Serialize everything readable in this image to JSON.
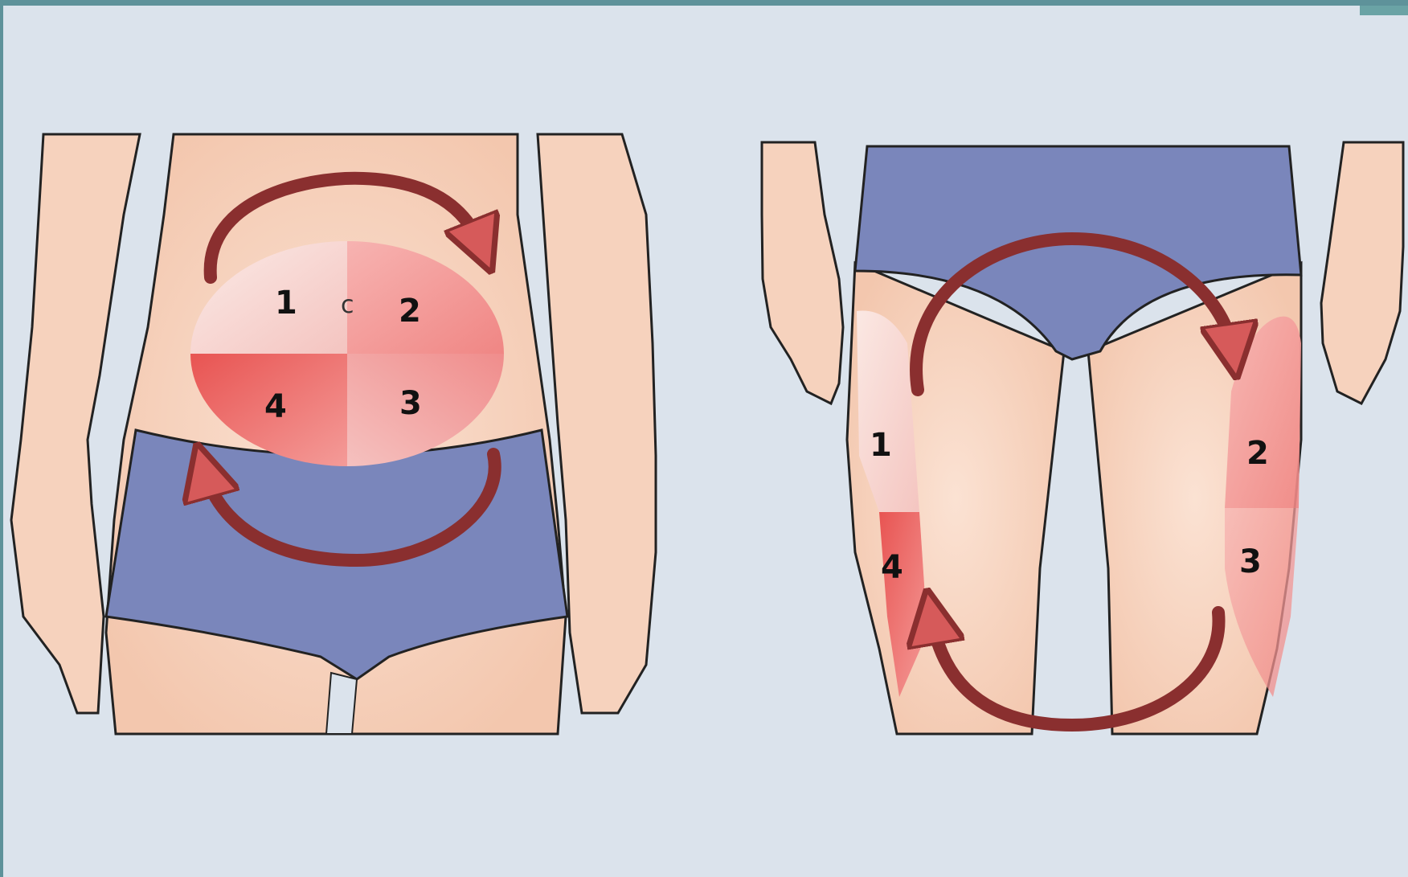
{
  "abdomen": {
    "zones": [
      {
        "label": "1"
      },
      {
        "label": "2"
      },
      {
        "label": "3"
      },
      {
        "label": "4"
      }
    ],
    "navel_symbol": "c"
  },
  "thighs": {
    "zones": [
      {
        "label": "1"
      },
      {
        "label": "2"
      },
      {
        "label": "3"
      },
      {
        "label": "4"
      }
    ]
  },
  "colors": {
    "skin": "#f6d2bd",
    "briefs": "#7a86bb",
    "arrow": "#9a3a3a",
    "zone_light": "#f7dcd6",
    "zone_mid": "#f3aaa9",
    "zone_dark": "#ec6e6c",
    "background": "#dbe3ec",
    "border": "#5e929a"
  }
}
